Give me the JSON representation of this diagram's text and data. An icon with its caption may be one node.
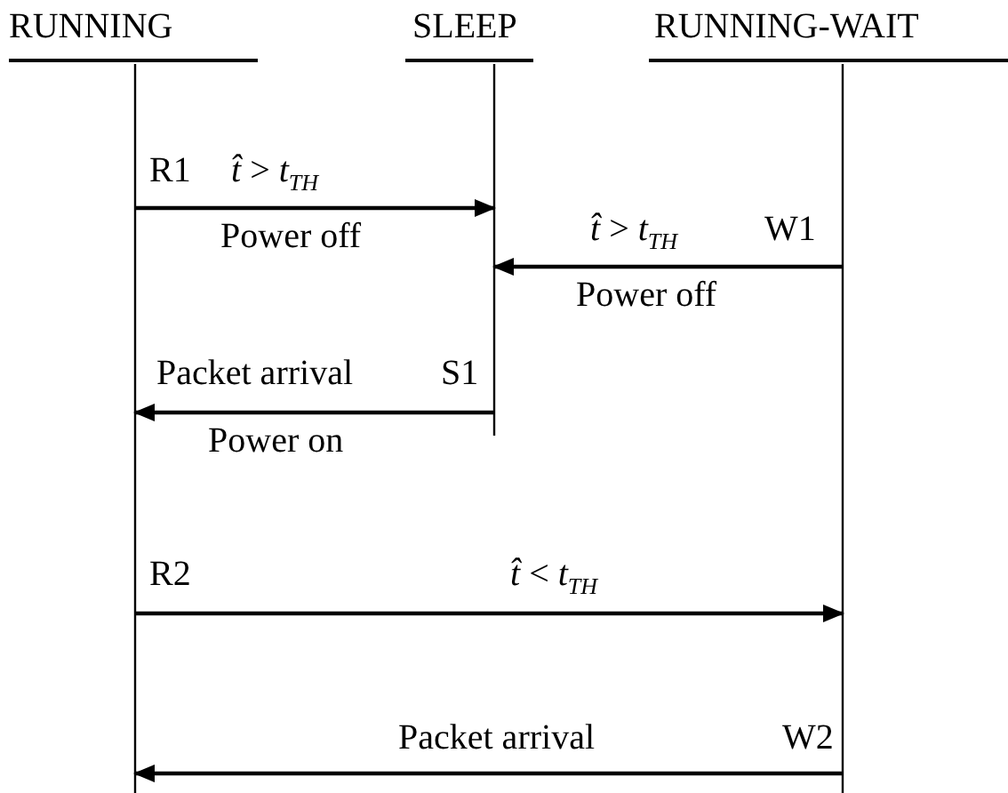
{
  "diagram": {
    "nodes": [
      {
        "text": [
          "RUNNING"
        ]
      },
      {
        "text": [
          "SLEEP"
        ]
      },
      {
        "text": [
          "RUNNING-WAIT"
        ]
      }
    ],
    "edges": [
      {
        "from": 0,
        "to": 1,
        "arrow": "to",
        "label": "*t̂* > *t*$_{TH}$"
      },
      {
        "from": 2,
        "to": 1,
        "arrow": "to",
        "label": "*t̂* > *t*$_{TH}$"
      },
      {
        "from": 1,
        "to": 0,
        "arrow": "to",
        "label": "Packet arrival"
      },
      {
        "from": 0,
        "to": 2,
        "arrow": "to",
        "label": "*t̂* < *t*$_{TH}$"
      },
      {
        "from": 2,
        "to": 0,
        "arrow": "to",
        "label": "Packet arrival"
      }
    ],
    "labels": [
      "R1",
      "Power off",
      "W1",
      "Power off",
      "S1",
      "Power on",
      "R2",
      "W2"
    ]
  }
}
